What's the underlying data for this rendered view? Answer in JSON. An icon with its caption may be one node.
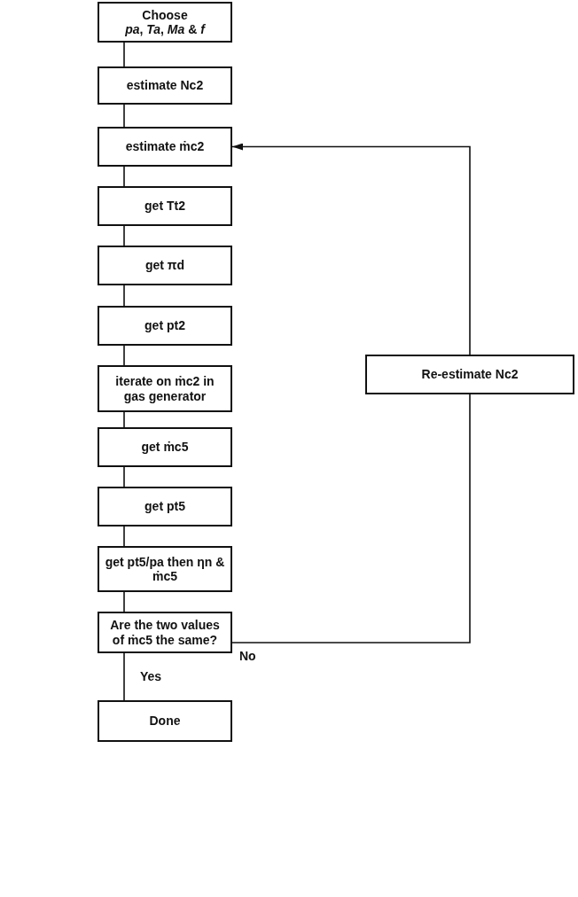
{
  "diagram": {
    "nodes": [
      {
        "text": [
          "Choose",
          "*pa*, *Ta*, *Ma* & *f*"
        ]
      },
      {
        "text": [
          "estimate Nc2"
        ]
      },
      {
        "text": [
          "estimate ṁc2"
        ]
      },
      {
        "text": [
          "get Tt2"
        ]
      },
      {
        "text": [
          "get πd"
        ]
      },
      {
        "text": [
          "get pt2"
        ]
      },
      {
        "text": [
          "iterate on ṁc2 in gas generator"
        ]
      },
      {
        "text": [
          "get ṁc5"
        ]
      },
      {
        "text": [
          "get pt5"
        ]
      },
      {
        "text": [
          "get pt5/pa then ηn & ṁc5"
        ]
      },
      {
        "text": [
          "Are the two values of ṁc5 the same?"
        ]
      },
      {
        "text": [
          "Done"
        ]
      },
      {
        "text": [
          "Re-estimate Nc2"
        ]
      }
    ],
    "edges": [
      {
        "from": 0,
        "to": 1,
        "arrow": "none"
      },
      {
        "from": 1,
        "to": 2,
        "arrow": "none"
      },
      {
        "from": 2,
        "to": 3,
        "arrow": "none"
      },
      {
        "from": 3,
        "to": 4,
        "arrow": "none"
      },
      {
        "from": 4,
        "to": 5,
        "arrow": "none"
      },
      {
        "from": 5,
        "to": 6,
        "arrow": "none"
      },
      {
        "from": 6,
        "to": 7,
        "arrow": "none"
      },
      {
        "from": 7,
        "to": 8,
        "arrow": "none"
      },
      {
        "from": 8,
        "to": 9,
        "arrow": "none"
      },
      {
        "from": 9,
        "to": 10,
        "arrow": "none"
      },
      {
        "from": 10,
        "to": 11,
        "arrow": "none",
        "label": "Yes"
      },
      {
        "from": 10,
        "to": 12,
        "arrow": "none",
        "label": "No"
      },
      {
        "from": 12,
        "to": 2,
        "arrow": "to"
      }
    ]
  }
}
